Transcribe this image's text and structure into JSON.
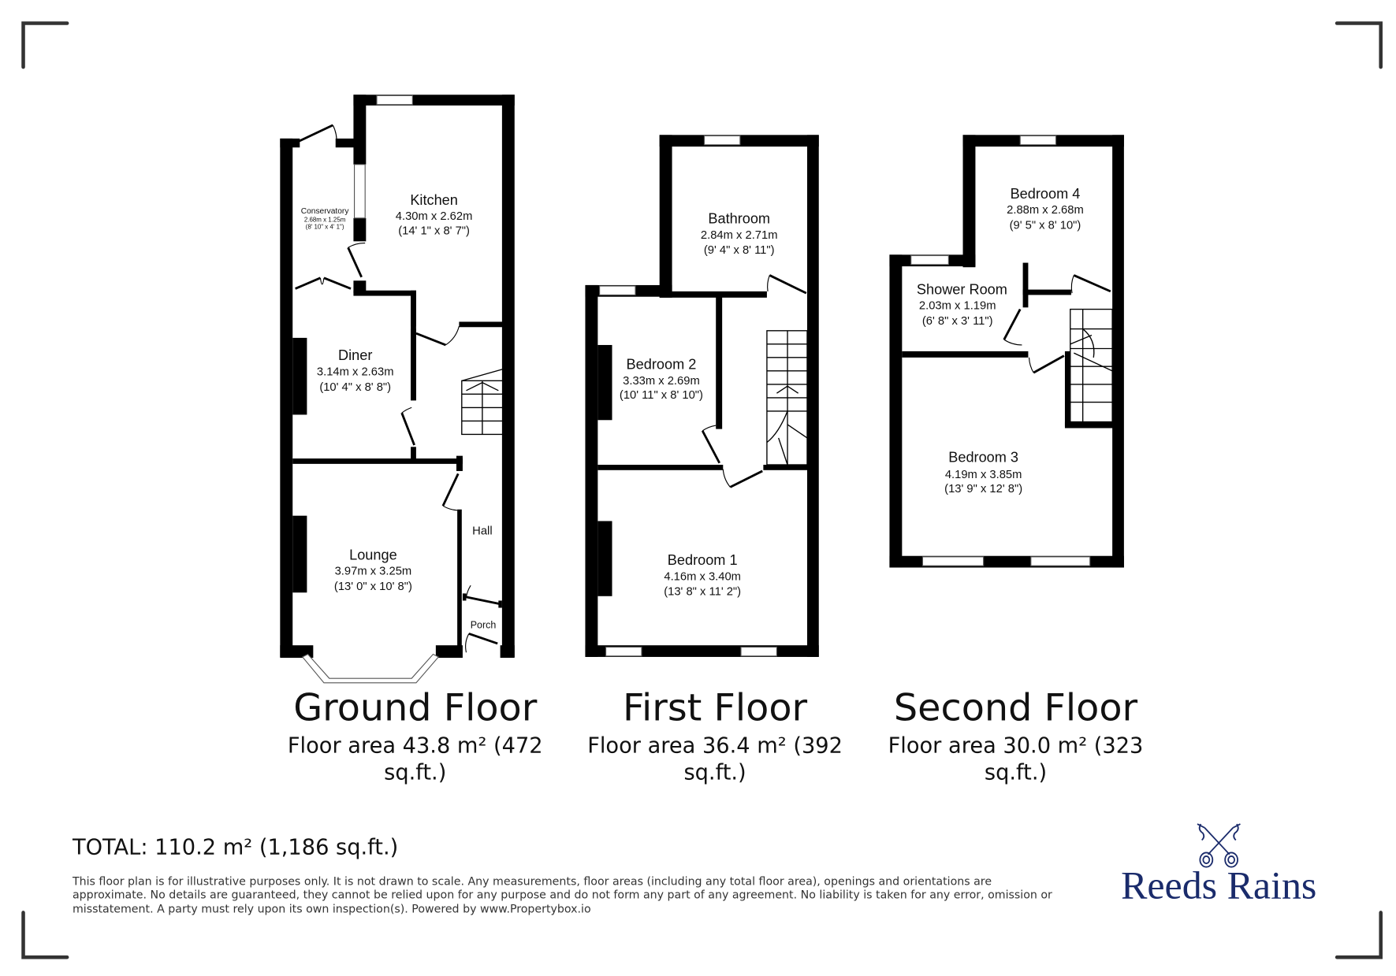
{
  "floors": [
    {
      "title": "Ground Floor",
      "area_line1": "Floor area 43.8 m² (472",
      "area_line2": "sq.ft.)",
      "rooms": [
        {
          "name": "Kitchen",
          "metric": "4.30m x 2.62m",
          "imperial": "(14' 1\" x 8' 7\")"
        },
        {
          "name": "Conservatory",
          "metric": "2.68m x 1.25m",
          "imperial": "(8' 10\" x 4' 1\")"
        },
        {
          "name": "Diner",
          "metric": "3.14m x 2.63m",
          "imperial": "(10' 4\" x 8' 8\")"
        },
        {
          "name": "Lounge",
          "metric": "3.97m x 3.25m",
          "imperial": "(13' 0\" x 10' 8\")"
        },
        {
          "name": "Hall"
        },
        {
          "name": "Porch"
        }
      ]
    },
    {
      "title": "First Floor",
      "area_line1": "Floor area 36.4 m² (392",
      "area_line2": "sq.ft.)",
      "rooms": [
        {
          "name": "Bathroom",
          "metric": "2.84m x 2.71m",
          "imperial": "(9' 4\" x 8' 11\")"
        },
        {
          "name": "Bedroom 2",
          "metric": "3.33m x 2.69m",
          "imperial": "(10' 11\" x 8' 10\")"
        },
        {
          "name": "Bedroom 1",
          "metric": "4.16m x 3.40m",
          "imperial": "(13' 8\" x 11' 2\")"
        }
      ]
    },
    {
      "title": "Second Floor",
      "area_line1": "Floor area 30.0 m² (323",
      "area_line2": "sq.ft.)",
      "rooms": [
        {
          "name": "Bedroom 4",
          "metric": "2.88m x 2.68m",
          "imperial": "(9' 5\" x 8' 10\")"
        },
        {
          "name": "Shower Room",
          "metric": "2.03m x 1.19m",
          "imperial": "(6' 8\" x 3' 11\")"
        },
        {
          "name": "Bedroom 3",
          "metric": "4.19m x 3.85m",
          "imperial": "(13' 9\" x 12' 8\")"
        }
      ]
    }
  ],
  "total": "TOTAL: 110.2 m² (1,186 sq.ft.)",
  "disclaimer": {
    "line1": "This floor plan is for illustrative purposes only. It is not drawn to scale. Any measurements, floor areas (including any total floor area), openings and orientations are",
    "line2": "approximate. No details are guaranteed, they cannot be relied upon for any purpose and do not form any part of any agreement. No liability is taken for any error, omission or",
    "line3": "misstatement. A party must rely upon its own inspection(s). Powered by www.Propertybox.io"
  },
  "brand": {
    "name": "Reeds Rains",
    "icon": "crossed-keys-icon",
    "color": "#1a2b6b"
  }
}
